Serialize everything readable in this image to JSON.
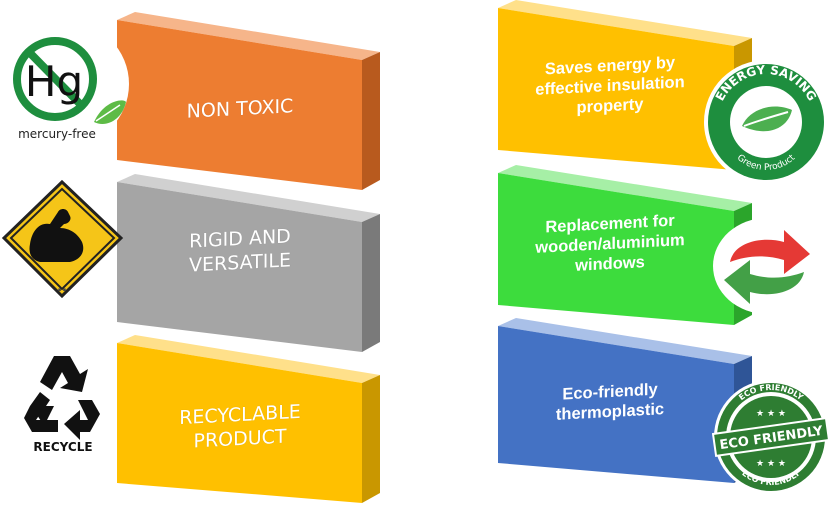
{
  "colors": {
    "orange": "#ED7D31",
    "gray": "#A5A5A5",
    "yellow": "#FFC000",
    "green": "#3DDC3D",
    "blue": "#4472C4",
    "iconGreen": "#1E8E3E"
  },
  "left_cards": [
    {
      "label": "NON TOXIC",
      "icon": "mercury-free-icon",
      "icon_text": "mercury-free",
      "icon_symbol": "Hg"
    },
    {
      "label": "RIGID AND\nVERSATILE",
      "icon": "strength-sign-icon"
    },
    {
      "label": "RECYCLABLE\nPRODUCT",
      "icon": "recycle-icon",
      "icon_text": "RECYCLE"
    }
  ],
  "right_cards": [
    {
      "label": "Saves energy by\neffective insulation\nproperty",
      "icon": "energy-saving-icon",
      "icon_text_top": "ENERGY SAVING",
      "icon_text_bottom": "Green Product"
    },
    {
      "label": "Replacement for\nwooden/aluminium\nwindows",
      "icon": "replace-arrows-icon"
    },
    {
      "label": "Eco-friendly\nthermoplastic",
      "icon": "eco-friendly-stamp-icon",
      "icon_text_top": "ECO FRIENDLY",
      "icon_text_center": "ECO FRIENDLY",
      "icon_text_bottom": "ECO FRIENDLY"
    }
  ]
}
